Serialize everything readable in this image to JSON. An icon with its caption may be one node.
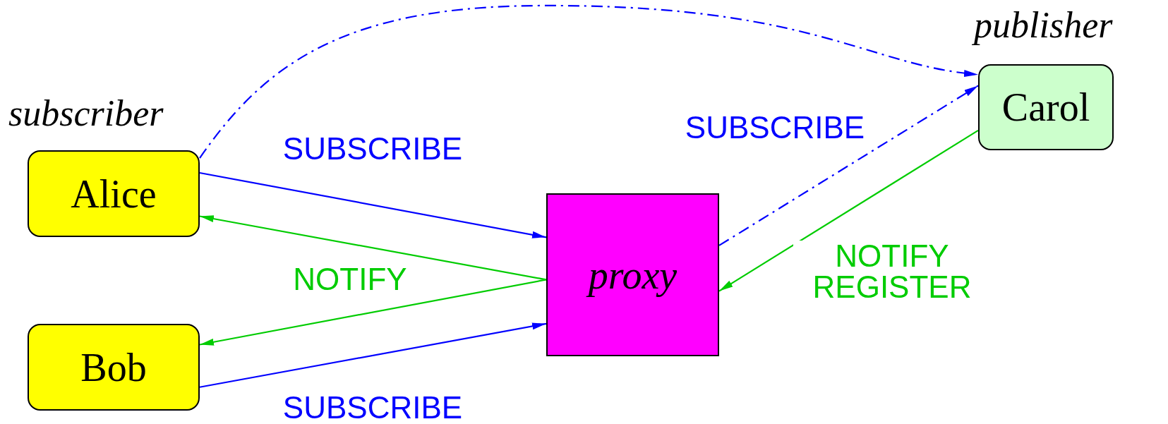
{
  "diagram": {
    "nodes": [
      {
        "text": [
          "Alice"
        ],
        "beside": [
          "subscriber"
        ]
      },
      {
        "text": [
          "Bob"
        ]
      },
      {
        "text": [
          "proxy"
        ]
      },
      {
        "text": [
          "Carol"
        ],
        "beside": [
          "publisher"
        ]
      }
    ],
    "edges": [
      {
        "from": 0,
        "to": 2,
        "arrow": "to",
        "label": "SUBSCRIBE"
      },
      {
        "from": 2,
        "to": 0,
        "arrow": "to",
        "label": "NOTIFY",
        "color": "#00cc00"
      },
      {
        "from": 2,
        "to": 1,
        "arrow": "to",
        "color": "#00cc00"
      },
      {
        "from": 1,
        "to": 2,
        "arrow": "to",
        "label": "SUBSCRIBE"
      },
      {
        "from": 0,
        "to": 3,
        "arrow": "to",
        "style": "dashed"
      },
      {
        "from": 2,
        "to": 3,
        "arrow": "to",
        "label": "SUBSCRIBE",
        "style": "dashed"
      },
      {
        "from": 3,
        "to": 2,
        "arrow": "to",
        "label": "NOTIFY REGISTER",
        "color": "#00cc00"
      }
    ]
  }
}
